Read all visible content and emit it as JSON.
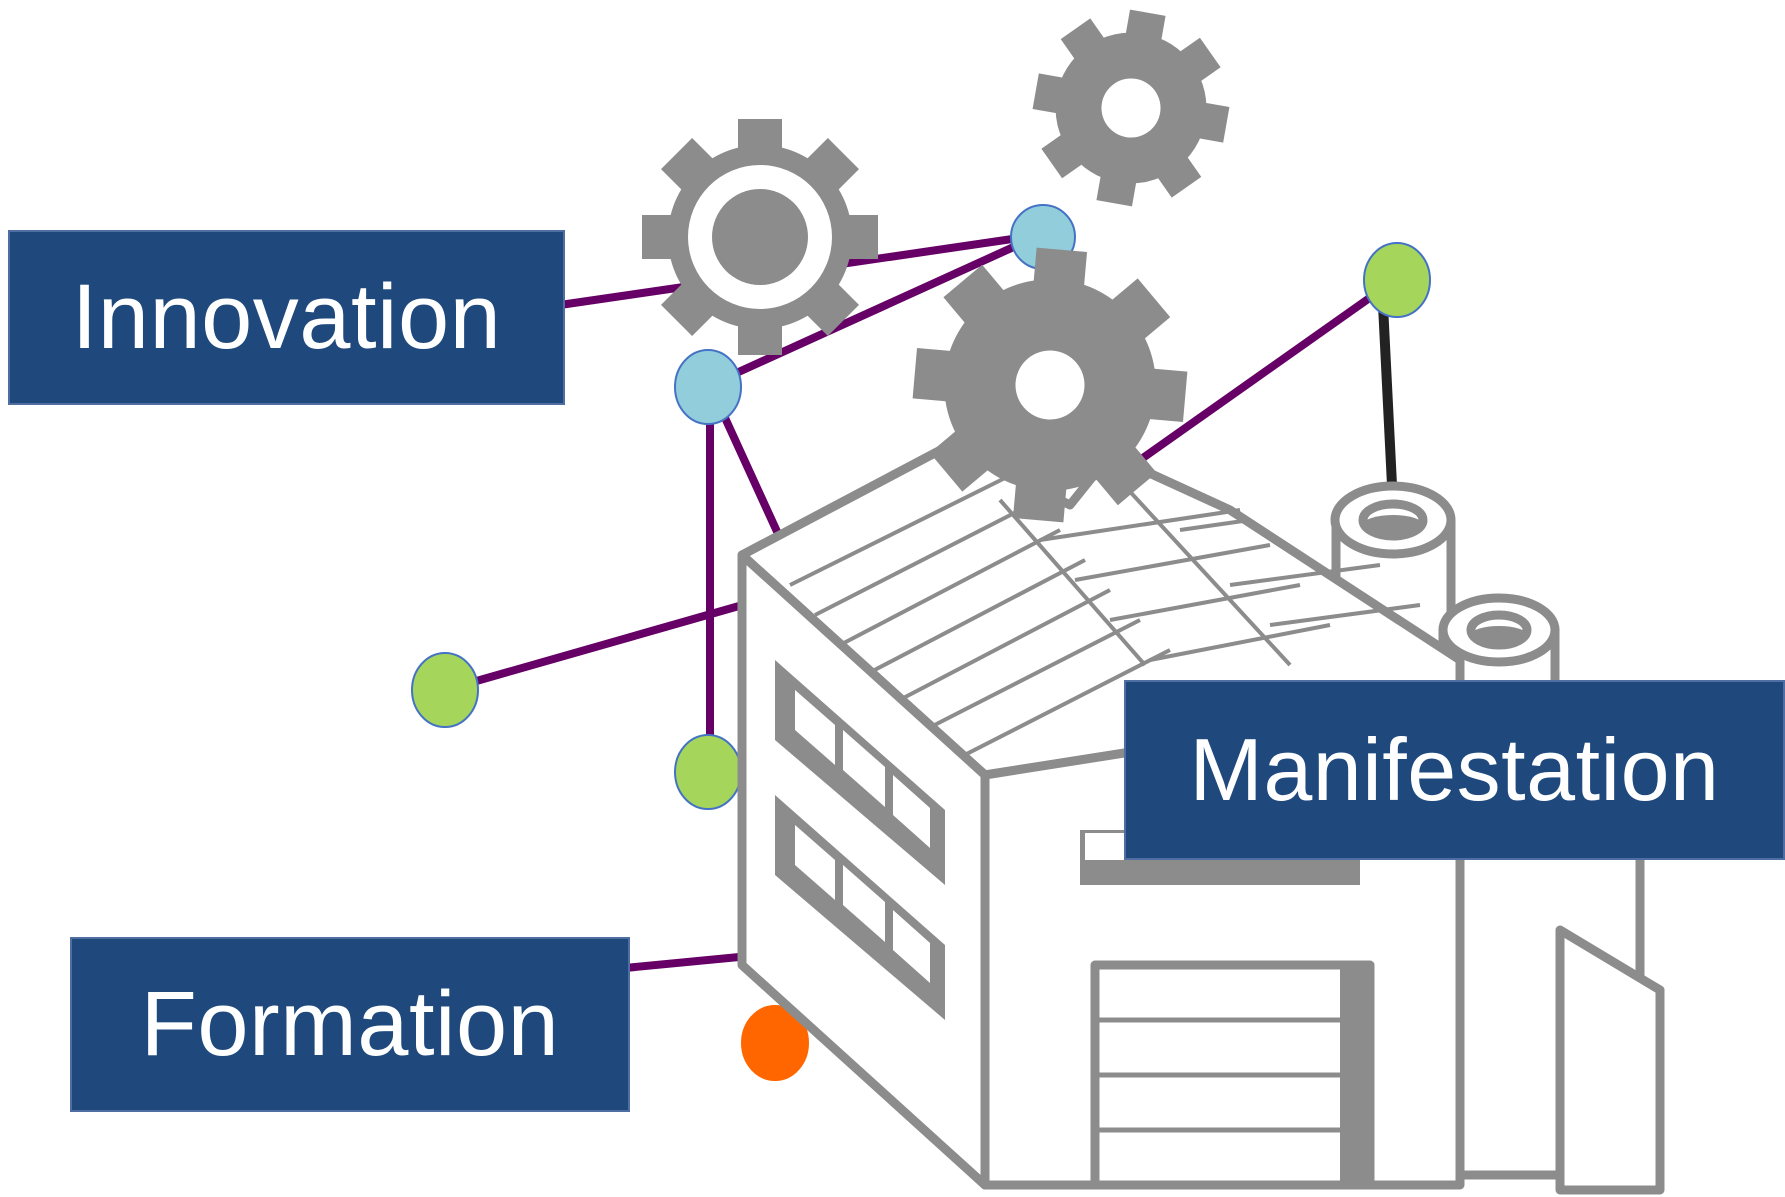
{
  "labels": {
    "innovation": "Innovation",
    "manifestation": "Manifestation",
    "formation": "Formation"
  },
  "icons": [
    "gear-icon",
    "gear-icon",
    "gear-icon",
    "factory-icon"
  ],
  "colors": {
    "label_bg": "#1f497d",
    "label_text": "#ffffff",
    "edge": "#660066",
    "edge_dark": "#222222",
    "node_blue": "#92cddc",
    "node_green": "#a5d65b",
    "node_orange": "#ff6600",
    "gear": "#8c8c8c",
    "factory_outline": "#8c8c8c"
  }
}
